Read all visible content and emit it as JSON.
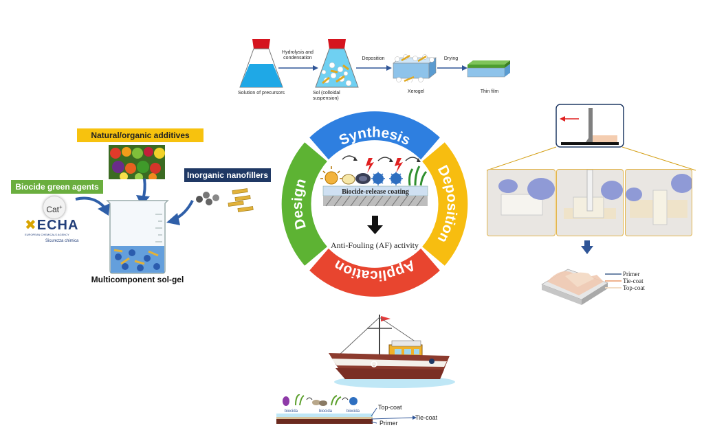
{
  "synthesis_flow": {
    "steps": [
      {
        "label": "Solution of precursors"
      },
      {
        "label": "Sol (colloidal suspension)"
      },
      {
        "label": "Xerogel"
      },
      {
        "label": "Thin film"
      }
    ],
    "arrows": [
      "Hydrolysis and condensation",
      "Deposition",
      "Drying"
    ]
  },
  "cycle": {
    "segments": [
      "Synthesis",
      "Deposition",
      "Application",
      "Design"
    ],
    "colors": {
      "synthesis": "#2e7fe0",
      "deposition": "#f7bd10",
      "application": "#e8452f",
      "design": "#5db333"
    },
    "center": {
      "coating_label": "Biocide-release coating",
      "activity_label": "Anti-Fouling (AF) activity"
    }
  },
  "design_panel": {
    "natural_additives": "Natural/organic additives",
    "biocide_green_agents": "Biocide green agents",
    "inorganic_nanofillers": "Inorganic nanofillers",
    "cation": "Cat",
    "cation_charge": "+",
    "echa_logo": "ECHA",
    "echa_subtitle": "EUROPEAN CHEMICALS AGENCY",
    "echa_caption": "Sicurezza chimica",
    "beaker_caption": "Multicomponent sol-gel",
    "colors": {
      "natural_box": "#f7c20e",
      "biocide_box": "#6aae3e",
      "nanofiller_box": "#1f3864"
    }
  },
  "deposition_panel": {
    "legend": [
      "Primer",
      "Tie-coat",
      "Top-coat"
    ],
    "legend_colors": [
      "#6f86a8",
      "#efb28e",
      "#f2dcc4"
    ]
  },
  "application_panel": {
    "layers": [
      "Top-coat",
      "Tie-coat",
      "Primer"
    ],
    "biocide_labels": [
      "biocida",
      "biocida",
      "biocida"
    ]
  }
}
